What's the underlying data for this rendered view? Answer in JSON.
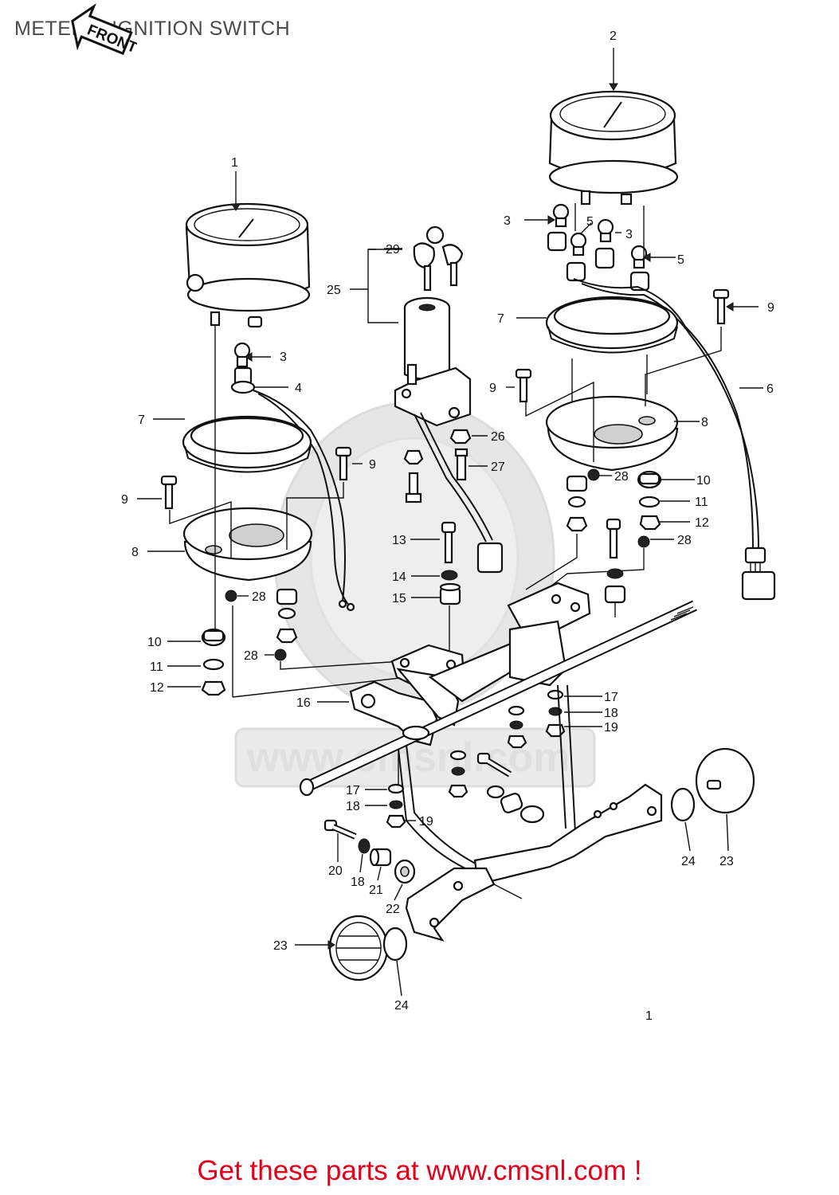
{
  "header": {
    "title": "METER & IGNITION SWITCH",
    "front_label": "FRONT"
  },
  "watermark": {
    "text": "www.cmsnl.com"
  },
  "callouts": [
    {
      "id": "c1",
      "label": "1"
    },
    {
      "id": "c2",
      "label": "2"
    },
    {
      "id": "c3a",
      "label": "3"
    },
    {
      "id": "c3b",
      "label": "3"
    },
    {
      "id": "c3c",
      "label": "3"
    },
    {
      "id": "c4",
      "label": "4"
    },
    {
      "id": "c5a",
      "label": "5"
    },
    {
      "id": "c5b",
      "label": "5"
    },
    {
      "id": "c6",
      "label": "6"
    },
    {
      "id": "c7a",
      "label": "7"
    },
    {
      "id": "c7b",
      "label": "7"
    },
    {
      "id": "c8a",
      "label": "8"
    },
    {
      "id": "c8b",
      "label": "8"
    },
    {
      "id": "c9a",
      "label": "9"
    },
    {
      "id": "c9b",
      "label": "9"
    },
    {
      "id": "c9c",
      "label": "9"
    },
    {
      "id": "c9d",
      "label": "9"
    },
    {
      "id": "c10a",
      "label": "10"
    },
    {
      "id": "c10b",
      "label": "10"
    },
    {
      "id": "c11a",
      "label": "11"
    },
    {
      "id": "c11b",
      "label": "11"
    },
    {
      "id": "c12a",
      "label": "12"
    },
    {
      "id": "c12b",
      "label": "12"
    },
    {
      "id": "c13",
      "label": "13"
    },
    {
      "id": "c14",
      "label": "14"
    },
    {
      "id": "c15",
      "label": "15"
    },
    {
      "id": "c16",
      "label": "16"
    },
    {
      "id": "c17a",
      "label": "17"
    },
    {
      "id": "c17b",
      "label": "17"
    },
    {
      "id": "c18a",
      "label": "18"
    },
    {
      "id": "c18b",
      "label": "18"
    },
    {
      "id": "c18c",
      "label": "18"
    },
    {
      "id": "c19a",
      "label": "19"
    },
    {
      "id": "c19b",
      "label": "19"
    },
    {
      "id": "c20",
      "label": "20"
    },
    {
      "id": "c21",
      "label": "21"
    },
    {
      "id": "c22",
      "label": "22"
    },
    {
      "id": "c23a",
      "label": "23"
    },
    {
      "id": "c23b",
      "label": "23"
    },
    {
      "id": "c24a",
      "label": "24"
    },
    {
      "id": "c24b",
      "label": "24"
    },
    {
      "id": "c25",
      "label": "25"
    },
    {
      "id": "c26",
      "label": "26"
    },
    {
      "id": "c27",
      "label": "27"
    },
    {
      "id": "c28a",
      "label": "28"
    },
    {
      "id": "c28b",
      "label": "28"
    },
    {
      "id": "c28c",
      "label": "28"
    },
    {
      "id": "c28d",
      "label": "28"
    },
    {
      "id": "c29",
      "label": "29"
    },
    {
      "id": "cdot",
      "label": "1"
    }
  ],
  "footer": {
    "cta": "Get these parts at www.cmsnl.com !",
    "cta_color": "#e3001b"
  }
}
